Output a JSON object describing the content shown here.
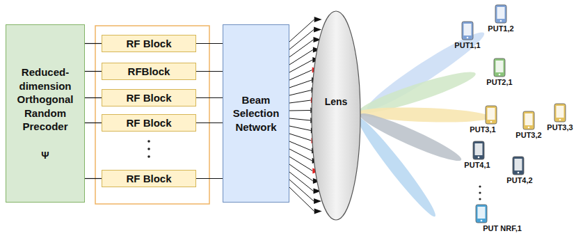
{
  "diagram": {
    "nodes": [
      {
        "text": [
          "Reduced-dimension Orthogonal Random Precoder",
          "Ψ"
        ]
      },
      {
        "text": [
          "RF Block"
        ]
      },
      {
        "text": [
          "RFBlock"
        ]
      },
      {
        "text": [
          "RF Block"
        ]
      },
      {
        "text": [
          "RF Block"
        ]
      },
      {
        "text": [
          "RF Block"
        ]
      },
      {
        "text": [
          "Beam Selection Network"
        ]
      },
      {
        "text": [
          "Lens"
        ]
      }
    ],
    "edges": [
      {
        "from": 0,
        "to": 1,
        "arrow": "none"
      },
      {
        "from": 0,
        "to": 2,
        "arrow": "none"
      },
      {
        "from": 0,
        "to": 3,
        "arrow": "none"
      },
      {
        "from": 0,
        "to": 4,
        "arrow": "none"
      },
      {
        "from": 0,
        "to": 5,
        "arrow": "none"
      },
      {
        "from": 1,
        "to": 6,
        "arrow": "none"
      },
      {
        "from": 2,
        "to": 6,
        "arrow": "none"
      },
      {
        "from": 3,
        "to": 6,
        "arrow": "none"
      },
      {
        "from": 4,
        "to": 6,
        "arrow": "none"
      },
      {
        "from": 5,
        "to": 6,
        "arrow": "none"
      }
    ],
    "labels": [
      "PUT1,2",
      "PUT1,1",
      "PUT2,1",
      "PUT3,1",
      "PUT3,2",
      "PUT3,3",
      "PUT4,1",
      "PUT4,2",
      "PUT NRF,1"
    ]
  }
}
